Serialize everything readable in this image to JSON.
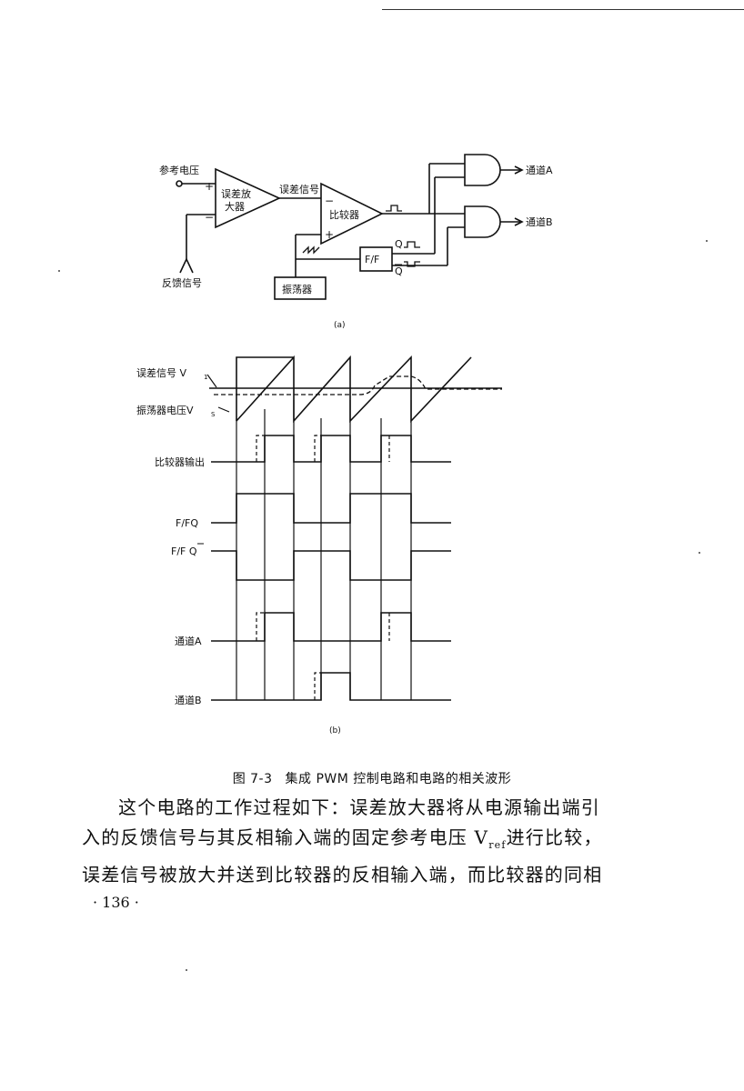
{
  "figure": {
    "part_a": {
      "label": "(a)",
      "labels": {
        "ref_voltage": "参考电压",
        "error_amp_line1": "误差放",
        "error_amp_line2": "大器",
        "error_signal": "误差信号",
        "comparator": "比较器",
        "feedback": "反馈信号",
        "oscillator": "振荡器",
        "flipflop": "F/F",
        "q": "Q",
        "qbar": "Q",
        "channel_a": "通道A",
        "channel_b": "通道B",
        "plus": "+",
        "minus": "−"
      }
    },
    "part_b": {
      "label": "(b)",
      "signal_labels": {
        "error_signal": "误差信号 V",
        "error_sub": "1",
        "osc_voltage": "振荡器电压V",
        "osc_sub": "S",
        "comparator_out": "比较器输出",
        "ff_q": "F/FQ",
        "ff_qbar": "F/F Q",
        "channel_a": "通道A",
        "channel_b": "通道B"
      }
    },
    "caption_number": "图 7-3",
    "caption_text": "集成 PWM 控制电路和电路的相关波形"
  },
  "body": {
    "line1": "这个电路的工作过程如下：误差放大器将从电源输出端引",
    "line2": "入的反馈信号与其反相输入端的固定参考电压 V",
    "line2_sub": "ref",
    "line2_end": "进行比较，",
    "line3": "误差信号被放大并送到比较器的反相输入端，而比较器的同相"
  },
  "page_number": "· 136 ·"
}
